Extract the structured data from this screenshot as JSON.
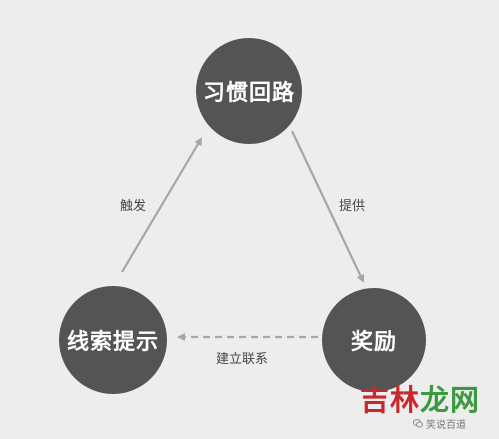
{
  "nodes": {
    "routine": "习惯回路",
    "cue": "线索提示",
    "reward": "奖励"
  },
  "edges": {
    "cue_to_routine": "触发",
    "routine_to_reward": "提供",
    "reward_to_cue": "建立联系"
  },
  "watermark": {
    "brand_part1": "吉林",
    "brand_part2": "龙网",
    "sub": "笑说百道"
  },
  "colors": {
    "node_fill": "#545454",
    "arrow": "#a6a6a6",
    "brand_red": "#c8282b",
    "brand_green": "#3b9a3f"
  }
}
